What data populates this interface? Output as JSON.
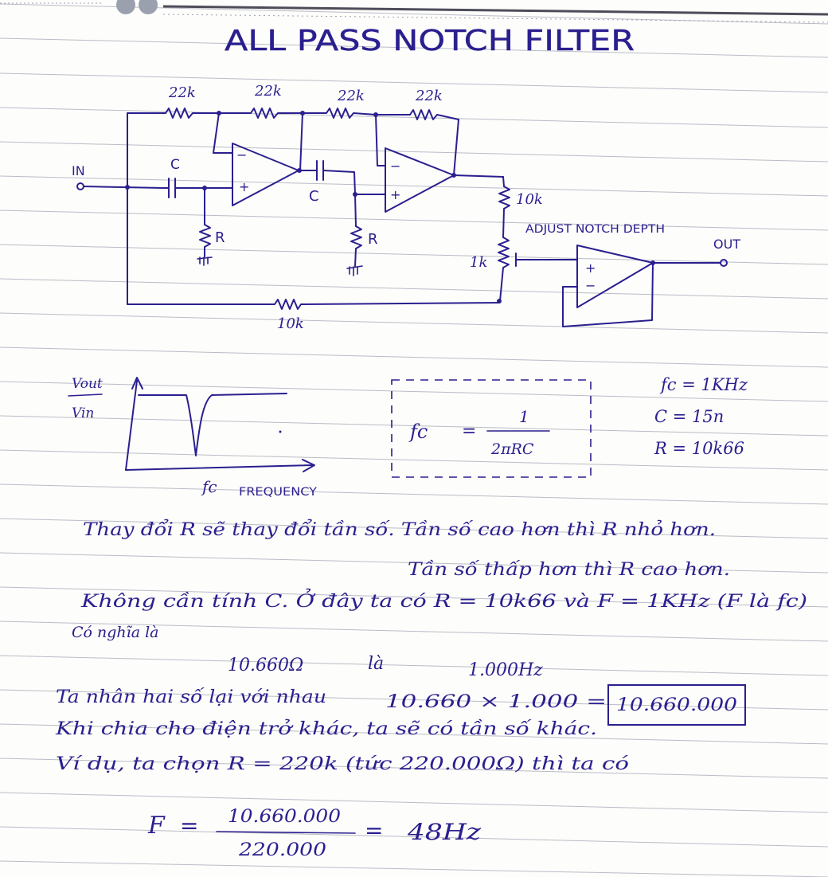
{
  "title": "ALL PASS NOTCH FILTER",
  "schematic": {
    "r_top_1": "22k",
    "r_top_2": "22k",
    "r_top_3": "22k",
    "r_top_4": "22k",
    "in_label": "IN",
    "c1_label": "C",
    "c2_label": "C",
    "r1_label": "R",
    "r2_label": "R",
    "r_10k_label": "10k",
    "pot_1k_label": "1k",
    "adjust_label": "ADJUST NOTCH DEPTH",
    "out_label": "OUT",
    "r_bottom_label": "10k",
    "opamp_plus": "+",
    "opamp_minus": "−"
  },
  "response": {
    "y_num": "Vout",
    "y_den": "Vin",
    "x_fc": "fc",
    "x_label": "FREQUENCY"
  },
  "formula": {
    "lhs": "fc",
    "eq": "=",
    "num": "1",
    "den": "2πRC"
  },
  "values": {
    "fc": "fc = 1KHz",
    "c": "C = 15n",
    "r": "R = 10k66"
  },
  "notes": {
    "line1": "Thay đổi R sẽ thay đổi tần số. Tần số cao hơn thì R nhỏ hơn.",
    "line2": "Tần số thấp hơn thì R cao hơn.",
    "line3": "Không cần tính C. Ở đây ta có  R = 10k66  và  F = 1KHz  (F là fc)",
    "line4": "Có nghĩa là",
    "line5_a": "10.660Ω",
    "line5_b": "là",
    "line5_c": "1.000Hz",
    "line6_a": "Ta nhân hai số lại với nhau",
    "line6_b": "10.660  × 1.000  =",
    "line6_boxed": "10.660.000",
    "line7": "Khi chia cho điện trở khác, ta sẽ có tần số khác.",
    "line8": "Ví dụ, ta chọn  R = 220k  (tức 220.000Ω) thì ta có",
    "final_lhs": "F",
    "final_eq1": "=",
    "final_num": "10.660.000",
    "final_den": "220.000",
    "final_eq2": "=",
    "final_result": "48Hz"
  }
}
